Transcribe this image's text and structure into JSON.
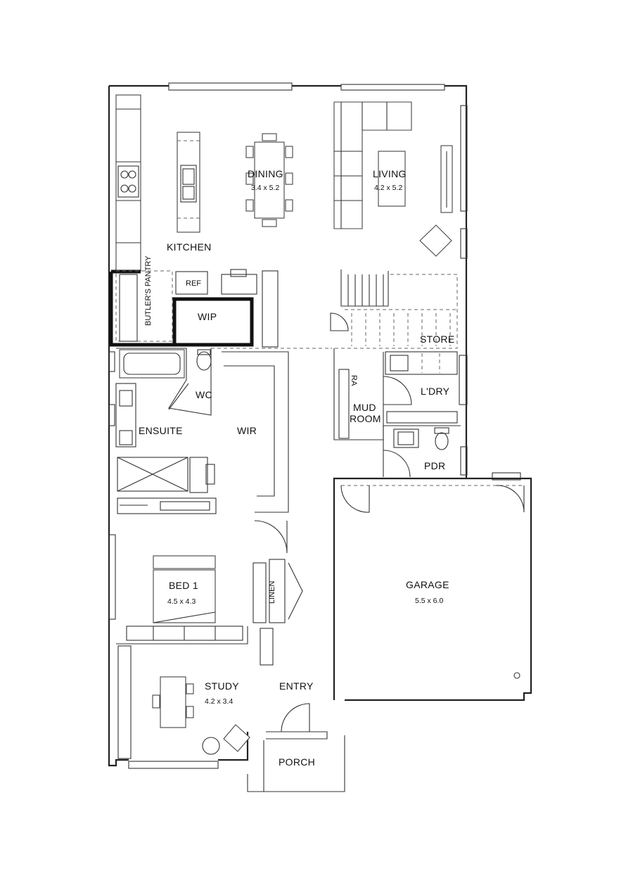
{
  "rooms": {
    "kitchen": "KITCHEN",
    "dining": "DINING",
    "dining_size": "3.4 x 5.2",
    "living": "LIVING",
    "living_size": "4.2 x 5.2",
    "butlers_pantry": "BUTLER'S PANTRY",
    "ref": "REF",
    "wip": "WIP",
    "store": "STORE",
    "wc": "WC",
    "ensuite": "ENSUITE",
    "wir": "WIR",
    "laundry": "L'DRY",
    "mud_room_line1": "MUD",
    "mud_room_line2": "ROOM",
    "ra": "RA",
    "pdr": "PDR",
    "garage": "GARAGE",
    "garage_size": "5.5 x 6.0",
    "bed1": "BED 1",
    "bed1_size": "4.5 x 4.3",
    "linen": "LINEN",
    "study": "STUDY",
    "study_size": "4.2 x 3.4",
    "entry": "ENTRY",
    "porch": "PORCH"
  }
}
